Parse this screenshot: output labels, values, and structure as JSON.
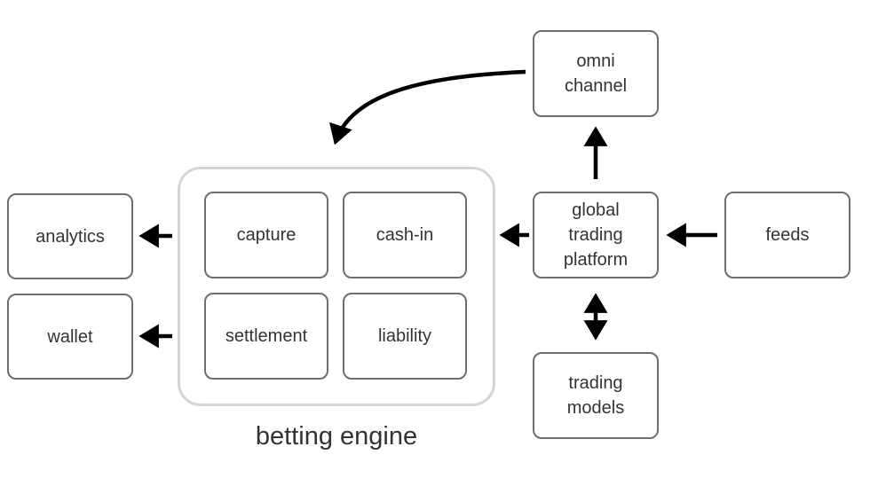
{
  "diagram": {
    "nodes": {
      "omni_channel": "omni\nchannel",
      "global_trading_platform": "global\ntrading\nplatform",
      "feeds": "feeds",
      "trading_models": "trading\nmodels",
      "analytics": "analytics",
      "wallet": "wallet",
      "capture": "capture",
      "cash_in": "cash-in",
      "settlement": "settlement",
      "liability": "liability"
    },
    "group_label": "betting engine",
    "colors": {
      "box_border": "#6e6e6e",
      "group_border": "#d3d6d3",
      "arrow": "#000000",
      "text": "#333333"
    }
  }
}
